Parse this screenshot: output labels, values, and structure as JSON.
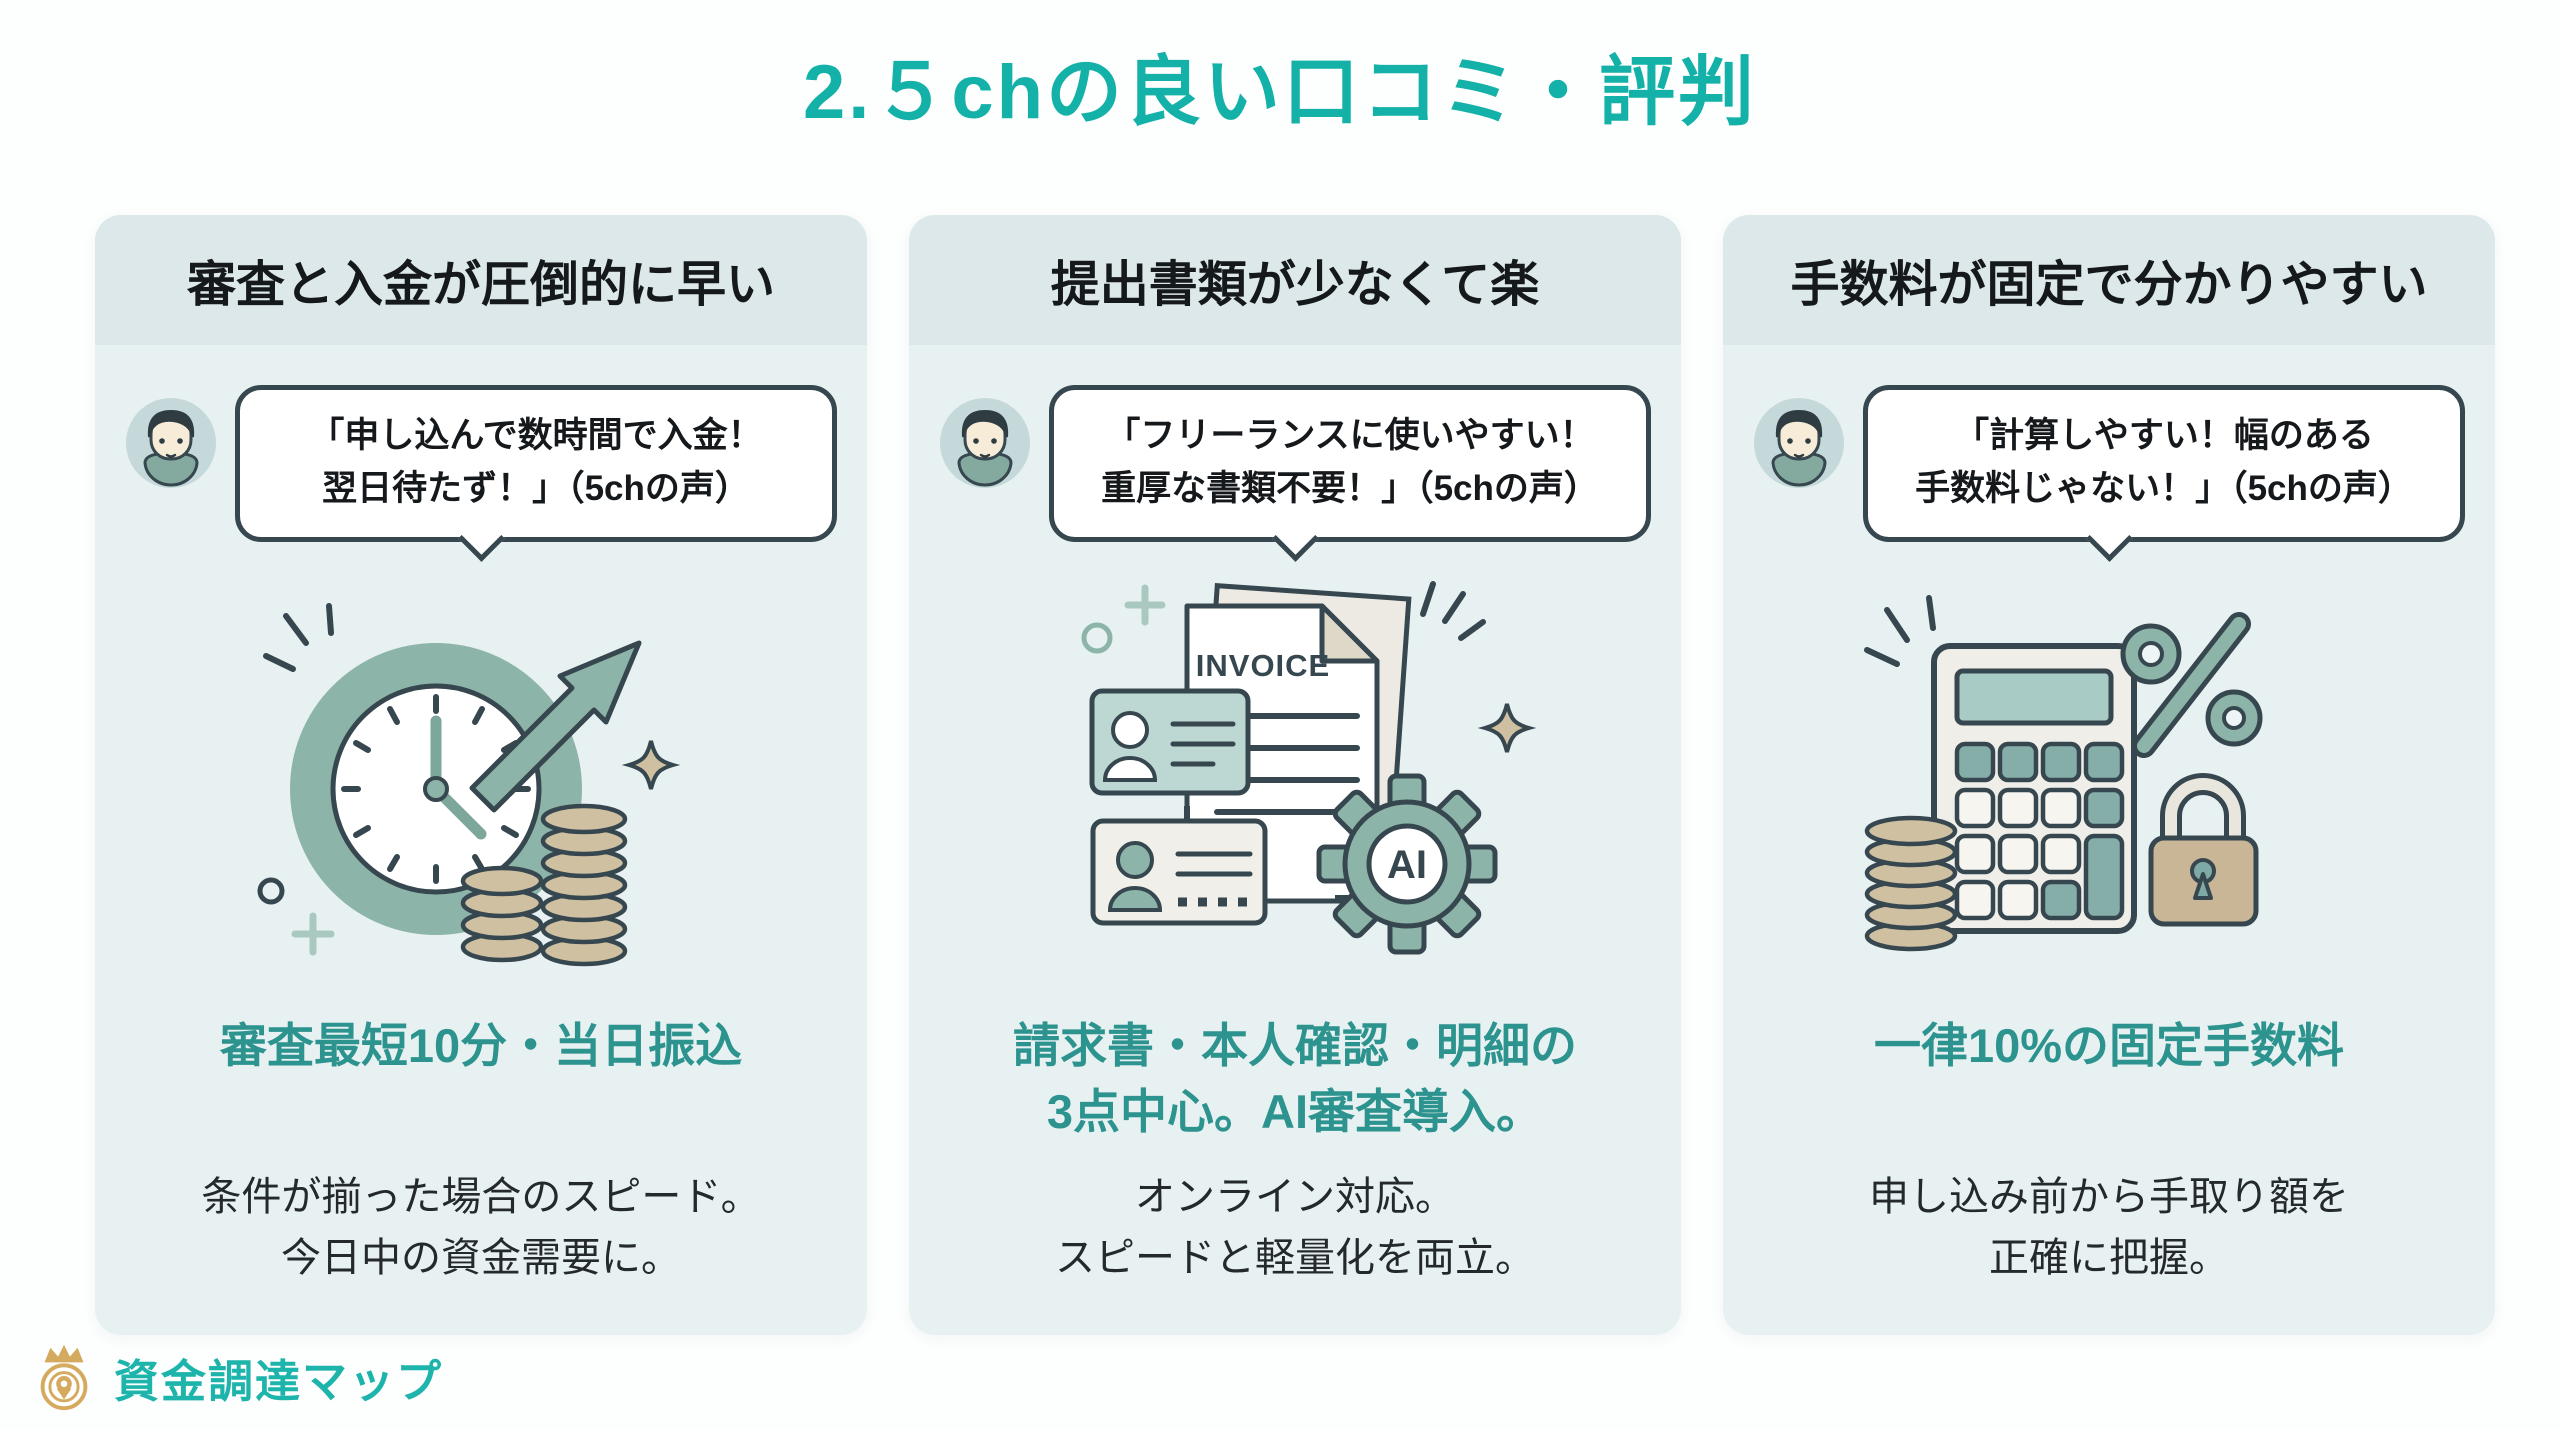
{
  "page_title": "2.５chの良い口コミ・評判",
  "logo": {
    "text": "資金調達マップ",
    "icon": "crown-map-pin"
  },
  "cards": [
    {
      "header": "審査と入金が圧倒的に早い",
      "quote": {
        "line1": "「申し込んで数時間で入金！",
        "line2": "翌日待たず！」（5chの声）"
      },
      "illustration": "clock-arrow-coins",
      "headline": {
        "line1": "審査最短10分・当日振込",
        "line2": ""
      },
      "description": {
        "line1": "条件が揃った場合のスピード。",
        "line2": "今日中の資金需要に。"
      }
    },
    {
      "header": "提出書類が少なくて楽",
      "quote": {
        "line1": "「フリーランスに使いやすい！",
        "line2": "重厚な書類不要！」（5chの声）"
      },
      "illustration": "invoice-idcards-ai-gear",
      "illustration_labels": {
        "invoice": "INVOICE",
        "ai": "AI"
      },
      "headline": {
        "line1": "請求書・本人確認・明細の",
        "line2": "3点中心。AI審査導入。"
      },
      "description": {
        "line1": "オンライン対応。",
        "line2": "スピードと軽量化を両立。"
      }
    },
    {
      "header": "手数料が固定で分かりやすい",
      "quote": {
        "line1": "「計算しやすい！幅のある",
        "line2": "手数料じゃない！」（5chの声）"
      },
      "illustration": "calculator-percent-lock-coins",
      "illustration_labels": {
        "percent": "%"
      },
      "headline": {
        "line1": "一律10%の固定手数料",
        "line2": ""
      },
      "description": {
        "line1": "申し込み前から手取り額を",
        "line2": "正確に把握。"
      }
    }
  ],
  "colors": {
    "title_teal": "#14b1a8",
    "headline_teal": "#2d938e",
    "outline_dark": "#37474f",
    "sage_green": "#8db4a8",
    "coin_tan": "#cfc0a2",
    "card_bg": "#e8f1f2",
    "card_header_bg": "#dce8e9",
    "logo_gold": "#d4aa5e"
  }
}
